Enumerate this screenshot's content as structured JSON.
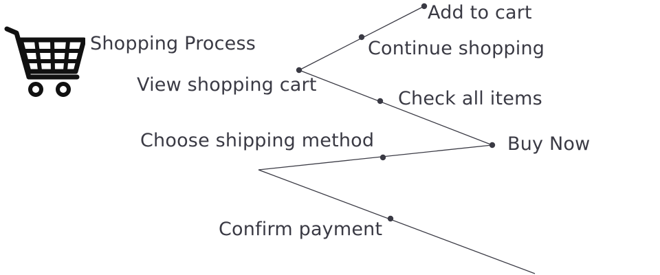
{
  "title": "Shopping Process",
  "icon": "shopping-cart-icon",
  "colors": {
    "text": "#3a3a44",
    "line": "#3a3a44",
    "icon": "#111111"
  },
  "steps": [
    {
      "label": "View shopping cart"
    },
    {
      "label": "Continue shopping"
    },
    {
      "label": "Add to cart"
    },
    {
      "label": "Check all items"
    },
    {
      "label": "Buy Now"
    },
    {
      "label": "Choose shipping method"
    },
    {
      "label": "Confirm payment"
    }
  ]
}
